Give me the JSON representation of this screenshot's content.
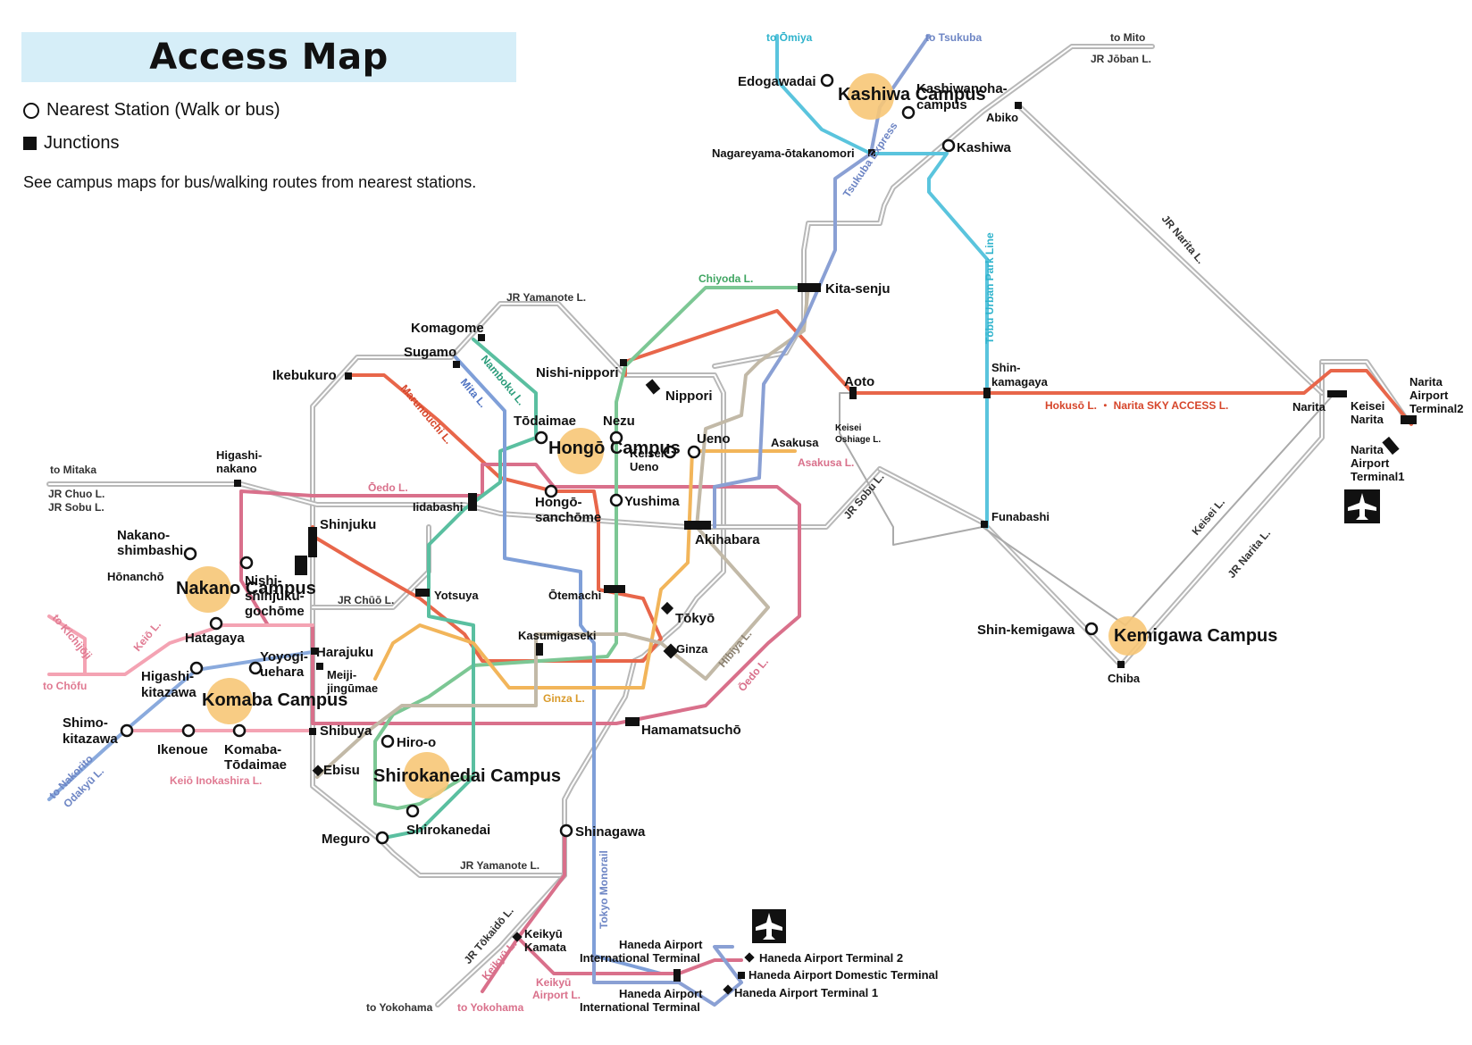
{
  "title": "Access Map",
  "legend": {
    "nearest": "Nearest Station (Walk or bus)",
    "junctions": "Junctions",
    "note": "See campus maps for bus/walking routes from nearest stations."
  },
  "campuses": {
    "kashiwa": "Kashiwa Campus",
    "hongo": "Hongō Campus",
    "nakano": "Nakano Campus",
    "komaba": "Komaba Campus",
    "shirokanedai": "Shirokanedai Campus",
    "kemigawa": "Kemigawa Campus"
  },
  "stations": {
    "edogawadai": "Edogawadai",
    "kashiwanoha1": "Kashiwanoha-",
    "kashiwanoha2": "campus",
    "nagareyama": "Nagareyama-ōtakanomori",
    "kashiwa": "Kashiwa",
    "abiko": "Abiko",
    "kitasenju": "Kita-senju",
    "komagome": "Komagome",
    "sugamo": "Sugamo",
    "ikebukuro": "Ikebukuro",
    "nishinippori": "Nishi-nippori",
    "nippori": "Nippori",
    "todaimae": "Tōdaimae",
    "nezu": "Nezu",
    "keiseiueno1": "Keisei",
    "keiseiueno2": "Ueno",
    "ueno": "Ueno",
    "asakusa": "Asakusa",
    "aoto": "Aoto",
    "keiseioshiage1": "Keisei",
    "keiseioshiage2": "Oshiage L.",
    "shinkamagaya1": "Shin-",
    "shinkamagaya2": "kamagaya",
    "narita": "Narita",
    "keiseinarita1": "Keisei",
    "keiseinarita2": "Narita",
    "nrt2_1": "Narita",
    "nrt2_2": "Airport",
    "nrt2_3": "Terminal2",
    "nrt1_1": "Narita",
    "nrt1_2": "Airport",
    "nrt1_3": "Terminal1",
    "higashinakano1": "Higashi-",
    "higashinakano2": "nakano",
    "iidabashi": "Iidabashi",
    "hongosanchome1": "Hongō-",
    "hongosanchome2": "sanchōme",
    "yushima": "Yushima",
    "akihabara": "Akihabara",
    "funabashi": "Funabashi",
    "shinjuku": "Shinjuku",
    "nakanoshimbashi1": "Nakano-",
    "nakanoshimbashi2": "shimbashi",
    "honancho": "Hōnanchō",
    "nishishinjuku1": "Nishi-",
    "nishishinjuku2": "shinjuku-",
    "nishishinjuku3": "gochōme",
    "yotsuya": "Yotsuya",
    "otemachi": "Ōtemachi",
    "tokyo": "Tōkyō",
    "hatagaya": "Hatagaya",
    "yoyogiuehara1": "Yoyogi-",
    "yoyogiuehara2": "uehara",
    "harajuku": "Harajuku",
    "meijijingumae1": "Meiji-",
    "meijijingumae2": "jingūmae",
    "kasumigaseki": "Kasumigaseki",
    "ginza": "Ginza",
    "higashikitazawa1": "Higashi-",
    "higashikitazawa2": "kitazawa",
    "shimokitazawa1": "Shimo-",
    "shimokitazawa2": "kitazawa",
    "ikenoue": "Ikenoue",
    "komabatodaimae1": "Komaba-",
    "komabatodaimae2": "Tōdaimae",
    "shibuya": "Shibuya",
    "hiroo": "Hiro-o",
    "ebisu": "Ebisu",
    "hamamatsucho": "Hamamatsuchō",
    "shinkemigawa": "Shin-kemigawa",
    "chiba": "Chiba",
    "meguro": "Meguro",
    "shirokanedai": "Shirokanedai",
    "shinagawa": "Shinagawa",
    "keikyukamata1": "Keikyū",
    "keikyukamata2": "Kamata",
    "hndintl1_1": "Haneda Airport",
    "hndintl1_2": "International Terminal",
    "hndintl2_1": "Haneda Airport",
    "hndintl2_2": "International Terminal",
    "hndt2": "Haneda Airport Terminal 2",
    "hnddom": "Haneda Airport Domestic Terminal",
    "hndt1": "Haneda Airport Terminal 1"
  },
  "lines": {
    "to_omiya": "to Ōmiya",
    "to_tsukuba": "to Tsukuba",
    "to_mito": "to Mito",
    "jr_joban": "JR Jōban L.",
    "tsukuba_express": "Tsukuba Express",
    "jr_narita_upper": "JR Narita L.",
    "tobu_urban": "Tōbu Urban Park Line",
    "chiyoda": "Chiyoda L.",
    "jr_yamanote_top": "JR Yamanote L.",
    "namboku": "Namboku L.",
    "mita": "Mita L.",
    "marunouchi": "Marunouchi L.",
    "hokuso": "Hokusō L. ・ Narita SKY ACCESS L.",
    "asakusa_line": "Asakusa L.",
    "to_mitaka": "to Mitaka",
    "jr_chuo": "JR Chuo L.",
    "jr_sobu": "JR Sobu L.",
    "oedo_top": "Ōedo L.",
    "jr_sobu_east": "JR Sobu L.",
    "keisei": "Keisei L.",
    "jr_narita_lower": "JR Narita L.",
    "jr_chuo_inner": "JR Chūō L.",
    "to_kichijoji": "to Kichijōji",
    "keio": "Keiō L.",
    "to_chofu": "to Chōfu",
    "ginza_line": "Ginza L.",
    "hibiya": "Hibiya L.",
    "oedo_right": "Ōedo L.",
    "to_nakorito": "to Nakorito",
    "odakyu": "Odakyū L.",
    "keio_inokashira": "Keiō Inokashira L.",
    "jr_yamanote_bottom": "JR Yamanote L.",
    "tokyo_monorail": "Tokyo Monorail",
    "jr_tokaido": "JR Tōkaidō L.",
    "keikyu": "Keikyū L.",
    "keikyu_airport1": "Keikyū",
    "keikyu_airport2": "Airport L.",
    "to_yokohama_jr": "to Yokohama",
    "to_yokohama_keikyu": "to Yokohama"
  },
  "colors": {
    "jr": "#9a9a9a",
    "marunouchi": "#e8664a",
    "oedo": "#d9708b",
    "chiyoda": "#7cc794",
    "namboku": "#5abfa0",
    "mita": "#7f9fd8",
    "ginza": "#f2b55a",
    "hibiya": "#c2b9a7",
    "tobu": "#5ac4dd",
    "tsukuba": "#8aa0d4",
    "keio": "#f4a3b3",
    "odakyu": "#8aaadd",
    "campus": "#f7c777",
    "title_bg": "#d6eef8"
  }
}
